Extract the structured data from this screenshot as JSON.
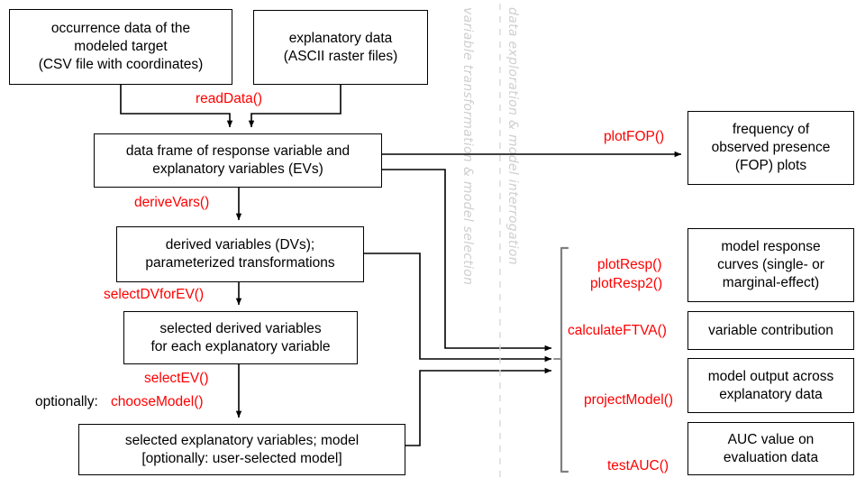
{
  "diagram": {
    "title": "MIAmaxent-style modelling workflow flowchart",
    "accent_color": "#ff0000",
    "box_border_color": "#000000",
    "connector_color": "#000000",
    "vertical_divider_color": "#d9d9d9",
    "watermark_color": "#cfcfcf"
  },
  "input_boxes": [
    {
      "id": "occurrence-data",
      "text": "occurrence data of the\nmodeled target\n(CSV file with coordinates)"
    },
    {
      "id": "explanatory-data",
      "text": "explanatory data\n(ASCII raster files)"
    }
  ],
  "pipeline_boxes": [
    {
      "id": "data-frame",
      "text": "data frame of response variable and\nexplanatory variables (EVs)"
    },
    {
      "id": "derived-variables",
      "text": "derived variables (DVs);\nparameterized transformations"
    },
    {
      "id": "selected-derived-variables",
      "text": "selected derived variables\nfor each explanatory variable"
    },
    {
      "id": "selected-explanatory-variables",
      "text": "selected explanatory variables; model\n[optionally: user-selected model]"
    }
  ],
  "output_boxes": [
    {
      "id": "fop-plots",
      "text": "frequency of\nobserved presence\n(FOP) plots"
    },
    {
      "id": "model-response-curves",
      "text": "model response\ncurves (single- or\nmarginal-effect)"
    },
    {
      "id": "variable-contribution",
      "text": "variable contribution"
    },
    {
      "id": "model-output",
      "text": "model output across\nexplanatory data"
    },
    {
      "id": "auc-value",
      "text": "AUC value on\nevaluation data"
    }
  ],
  "function_labels": {
    "read_data": "readData()",
    "derive_vars": "deriveVars()",
    "select_dv_for_ev": "selectDVforEV()",
    "select_ev": "selectEV()",
    "choose_model": "chooseModel()",
    "plot_fop": "plotFOP()",
    "plot_resp": "plotResp()",
    "plot_resp2": "plotResp2()",
    "calculate_ftva": "calculateFTVA()",
    "project_model": "projectModel()",
    "test_auc": "testAUC()"
  },
  "plain_labels": {
    "optionally": "optionally:"
  },
  "watermarks": {
    "left_column": "variable transformation  &  model selection",
    "right_column": "data exploration  &  model interrogation"
  }
}
